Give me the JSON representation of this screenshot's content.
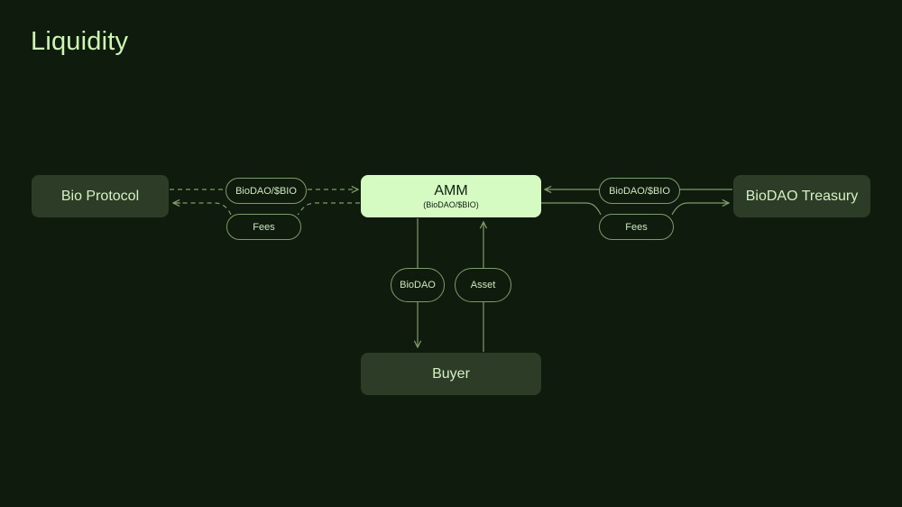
{
  "title": "Liquidity",
  "colors": {
    "background": "#0f1b0d",
    "node_dark": "#2c3c26",
    "node_highlight": "#d6fbc2",
    "title_text": "#cdf5b4",
    "line": "#7e9b6b"
  },
  "nodes": {
    "bio_protocol": "Bio Protocol",
    "amm": {
      "label": "AMM",
      "sublabel": "(BioDAO/$BIO)"
    },
    "biodao_treasury": "BioDAO Treasury",
    "buyer": "Buyer"
  },
  "edges": {
    "left_top": "BioDAO/$BIO",
    "left_bottom": "Fees",
    "right_top": "BioDAO/$BIO",
    "right_bottom": "Fees",
    "down": "BioDAO",
    "up": "Asset"
  }
}
